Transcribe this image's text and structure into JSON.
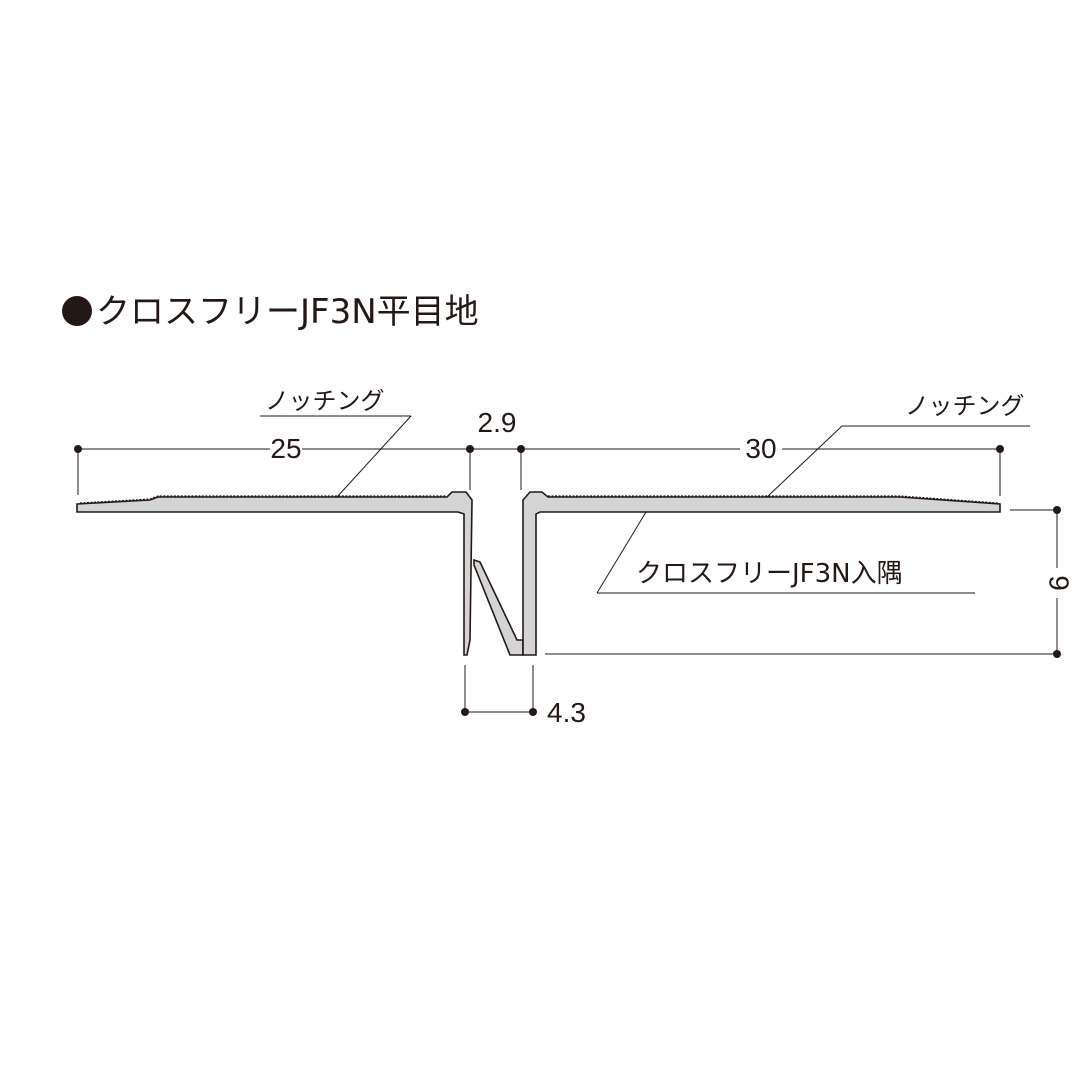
{
  "title": {
    "bullet": "●",
    "text": "クロスフリーJF3N平目地"
  },
  "callouts": {
    "notching_left": "ノッチング",
    "notching_right": "ノッチング",
    "part_name": "クロスフリーJF3N入隅"
  },
  "dimensions": {
    "left_flange_width": "25",
    "gap_width": "2.9",
    "right_flange_width": "30",
    "height": "9",
    "bottom_width": "4.3"
  },
  "colors": {
    "profile_fill": "#d4d4d4",
    "line": "#231815",
    "background": "#ffffff"
  }
}
